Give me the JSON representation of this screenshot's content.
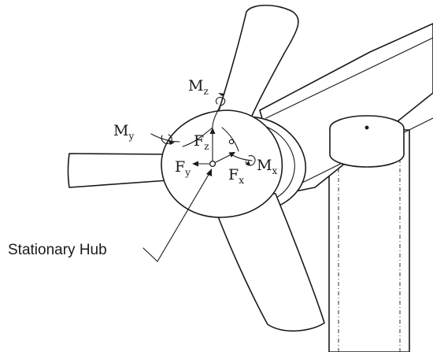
{
  "labels": {
    "mz": {
      "main": "M",
      "sub": "z"
    },
    "my": {
      "main": "M",
      "sub": "y"
    },
    "mx": {
      "main": "M",
      "sub": "x"
    },
    "fz": {
      "main": "F",
      "sub": "z"
    },
    "fy": {
      "main": "F",
      "sub": "y"
    },
    "fx": {
      "main": "F",
      "sub": "x"
    },
    "hub": "Stationary Hub"
  },
  "colors": {
    "line": "#1a1a1a",
    "background": "#ffffff"
  }
}
